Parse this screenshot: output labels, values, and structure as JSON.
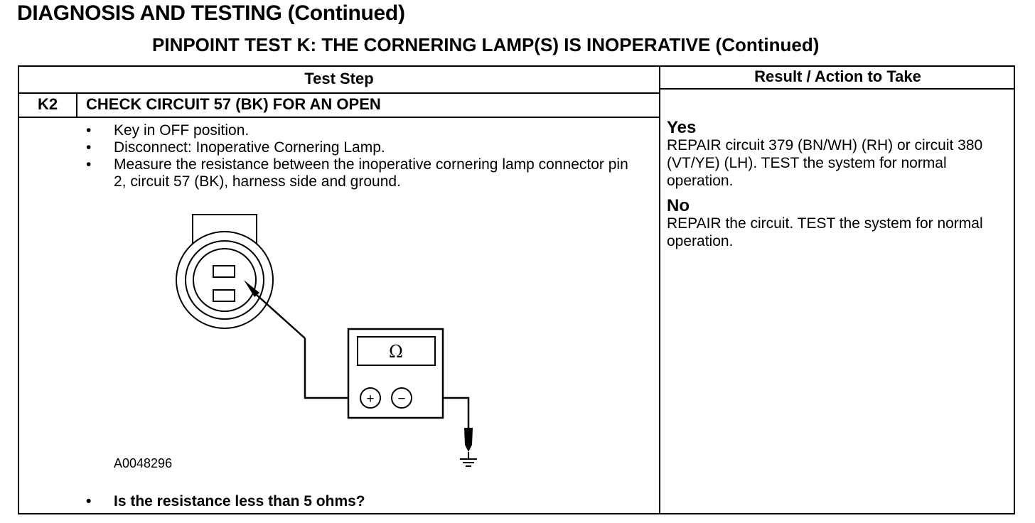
{
  "header": {
    "title": "DIAGNOSIS AND TESTING (Continued)",
    "subtitle": "PINPOINT TEST  K: THE CORNERING LAMP(S) IS INOPERATIVE (Continued)"
  },
  "table": {
    "col_test_step": "Test Step",
    "col_result": "Result / Action to Take",
    "step_id": "K2",
    "step_title": "CHECK CIRCUIT 57 (BK) FOR AN OPEN",
    "bullets": [
      "Key in OFF position.",
      "Disconnect: Inoperative Cornering Lamp.",
      "Measure the resistance between the inoperative cornering lamp connector pin 2, circuit 57 (BK), harness side and ground."
    ],
    "figure_id": "A0048296",
    "question": "Is the resistance less than 5 ohms?",
    "results": [
      {
        "label": "Yes",
        "text": "REPAIR circuit 379 (BN/WH) (RH) or circuit 380 (VT/YE) (LH). TEST the system for normal operation."
      },
      {
        "label": "No",
        "text": "REPAIR the circuit. TEST the system for normal operation."
      }
    ]
  },
  "meter": {
    "display_symbol": "Ω",
    "plus_symbol": "+",
    "minus_symbol": "−"
  }
}
